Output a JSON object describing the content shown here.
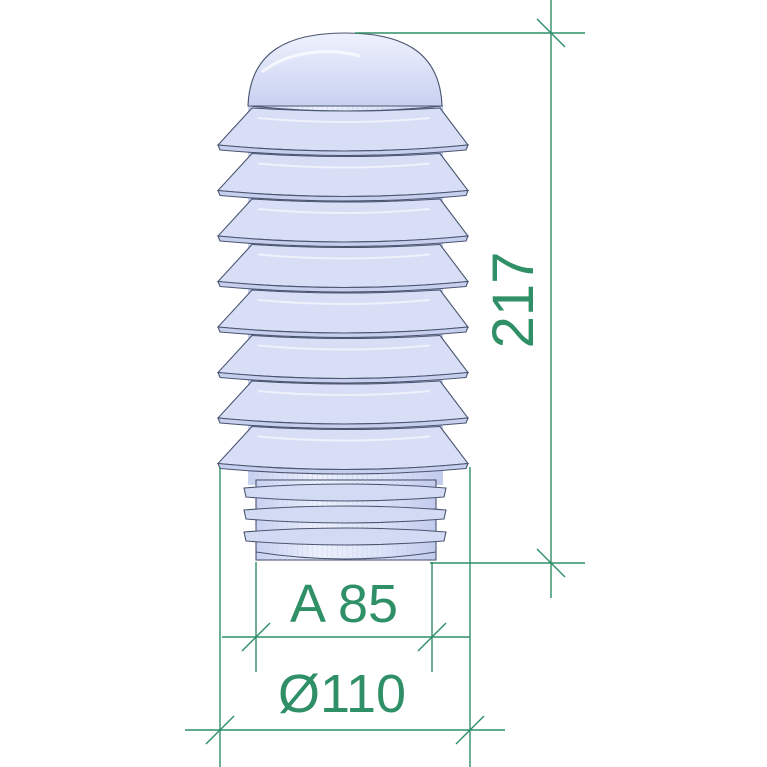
{
  "dimensions": {
    "height_label": "217",
    "inner_label": "A 85",
    "outer_label": "Ø110"
  },
  "colors": {
    "dimension": "#2f8f67",
    "body": "#dde3f8",
    "fin": "#cfd7f2",
    "outline": "#4a5570"
  },
  "product": {
    "fin_count": 8,
    "thread_rings": 3
  }
}
